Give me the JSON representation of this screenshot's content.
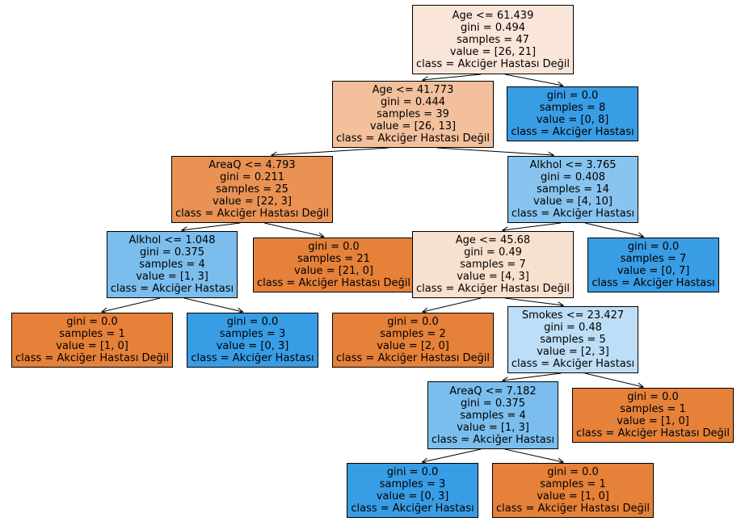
{
  "nodes": {
    "n0": {
      "lines": [
        "Age <= 61.439",
        "gini = 0.494",
        "samples = 47",
        "value = [26, 21]",
        "class = Akciğer Hastası Değil"
      ],
      "fill": "#fae6d9"
    },
    "n1": {
      "lines": [
        "Age <= 41.773",
        "gini = 0.444",
        "samples = 39",
        "value = [26, 13]",
        "class = Akciğer Hastası Değil"
      ],
      "fill": "#f2c09c"
    },
    "n2": {
      "lines": [
        "gini = 0.0",
        "samples = 8",
        "value = [0, 8]",
        "class = Akciğer Hastası"
      ],
      "fill": "#399de5"
    },
    "n3": {
      "lines": [
        "AreaQ <= 4.793",
        "gini = 0.211",
        "samples = 25",
        "value = [22, 3]",
        "class = Akciğer Hastası Değil"
      ],
      "fill": "#e99254"
    },
    "n4": {
      "lines": [
        "Alkhol <= 3.765",
        "gini = 0.408",
        "samples = 14",
        "value = [4, 10]",
        "class = Akciğer Hastası"
      ],
      "fill": "#88c4ef"
    },
    "n5": {
      "lines": [
        "Alkhol <= 1.048",
        "gini = 0.375",
        "samples = 4",
        "value = [1, 3]",
        "class = Akciğer Hastası"
      ],
      "fill": "#7bbeee"
    },
    "n6": {
      "lines": [
        "gini = 0.0",
        "samples = 21",
        "value = [21, 0]",
        "class = Akciğer Hastası Değil"
      ],
      "fill": "#e58139"
    },
    "n7": {
      "lines": [
        "Age <= 45.68",
        "gini = 0.49",
        "samples = 7",
        "value = [4, 3]",
        "class = Akciğer Hastası Değil"
      ],
      "fill": "#f8e0ce"
    },
    "n8": {
      "lines": [
        "gini = 0.0",
        "samples = 7",
        "value = [0, 7]",
        "class = Akciğer Hastası"
      ],
      "fill": "#399de5"
    },
    "n9": {
      "lines": [
        "gini = 0.0",
        "samples = 1",
        "value = [1, 0]",
        "class = Akciğer Hastası Değil"
      ],
      "fill": "#e58139"
    },
    "n10": {
      "lines": [
        "gini = 0.0",
        "samples = 3",
        "value = [0, 3]",
        "class = Akciğer Hastası"
      ],
      "fill": "#399de5"
    },
    "n11": {
      "lines": [
        "gini = 0.0",
        "samples = 2",
        "value = [2, 0]",
        "class = Akciğer Hastası Değil"
      ],
      "fill": "#e58139"
    },
    "n12": {
      "lines": [
        "Smokes <= 23.427",
        "gini = 0.48",
        "samples = 5",
        "value = [2, 3]",
        "class = Akciğer Hastası"
      ],
      "fill": "#bddef6"
    },
    "n13": {
      "lines": [
        "AreaQ <= 7.182",
        "gini = 0.375",
        "samples = 4",
        "value = [1, 3]",
        "class = Akciğer Hastası"
      ],
      "fill": "#7bbeee"
    },
    "n14": {
      "lines": [
        "gini = 0.0",
        "samples = 1",
        "value = [1, 0]",
        "class = Akciğer Hastası Değil"
      ],
      "fill": "#e58139"
    },
    "n15": {
      "lines": [
        "gini = 0.0",
        "samples = 3",
        "value = [0, 3]",
        "class = Akciğer Hastası"
      ],
      "fill": "#399de5"
    },
    "n16": {
      "lines": [
        "gini = 0.0",
        "samples = 1",
        "value = [1, 0]",
        "class = Akciğer Hastası Değil"
      ],
      "fill": "#e58139"
    }
  },
  "edges": [
    [
      "n0",
      "n1"
    ],
    [
      "n0",
      "n2"
    ],
    [
      "n1",
      "n3"
    ],
    [
      "n1",
      "n4"
    ],
    [
      "n3",
      "n5"
    ],
    [
      "n3",
      "n6"
    ],
    [
      "n4",
      "n7"
    ],
    [
      "n4",
      "n8"
    ],
    [
      "n5",
      "n9"
    ],
    [
      "n5",
      "n10"
    ],
    [
      "n7",
      "n11"
    ],
    [
      "n7",
      "n12"
    ],
    [
      "n12",
      "n13"
    ],
    [
      "n12",
      "n14"
    ],
    [
      "n13",
      "n15"
    ],
    [
      "n13",
      "n16"
    ]
  ]
}
